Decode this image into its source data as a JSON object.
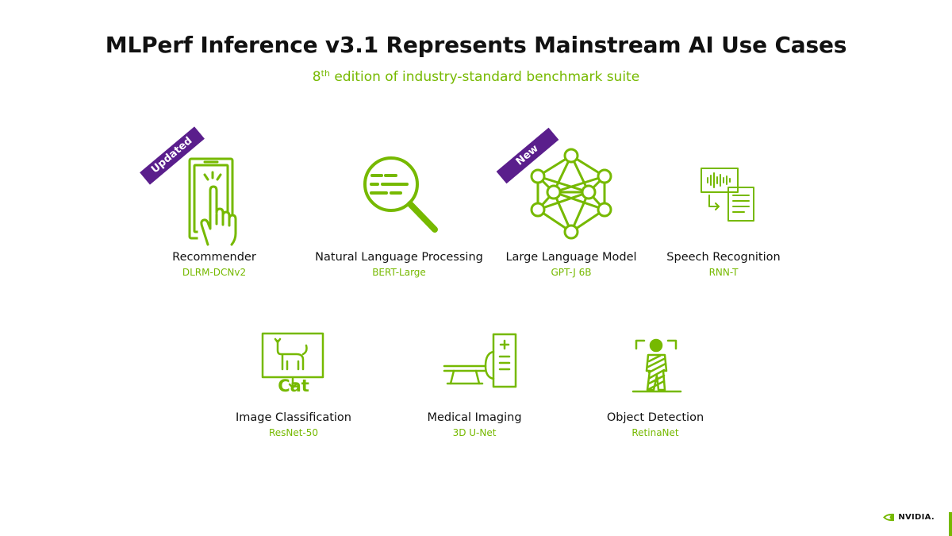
{
  "slide": {
    "title": "MLPerf Inference v3.1 Represents Mainstream AI Use Cases",
    "subtitle_prefix": "8",
    "subtitle_sup": "th",
    "subtitle_rest": " edition of industry-standard benchmark suite"
  },
  "colors": {
    "accent": "#76b900",
    "badge": "#5a1e8c",
    "text": "#111111"
  },
  "workloads": [
    {
      "label": "Recommender",
      "model": "DLRM-DCNv2",
      "icon": "touch-screen-hand-icon",
      "badge": "Updated"
    },
    {
      "label": "Natural Language Processing",
      "model": "BERT-Large",
      "icon": "magnifying-glass-text-icon"
    },
    {
      "label": "Large Language Model",
      "model": "GPT-J 6B",
      "icon": "neural-network-icon",
      "badge": "New"
    },
    {
      "label": "Speech Recognition",
      "model": "RNN-T",
      "icon": "audio-to-text-icon"
    },
    {
      "label": "Image Classification",
      "model": "ResNet-50",
      "icon": "image-classification-icon",
      "icon_text": "Cat"
    },
    {
      "label": "Medical Imaging",
      "model": "3D U-Net",
      "icon": "medical-scanner-icon",
      "icon_text": "+"
    },
    {
      "label": "Object Detection",
      "model": "RetinaNet",
      "icon": "person-detection-icon"
    }
  ],
  "brand": {
    "logo_text": "NVIDIA."
  }
}
